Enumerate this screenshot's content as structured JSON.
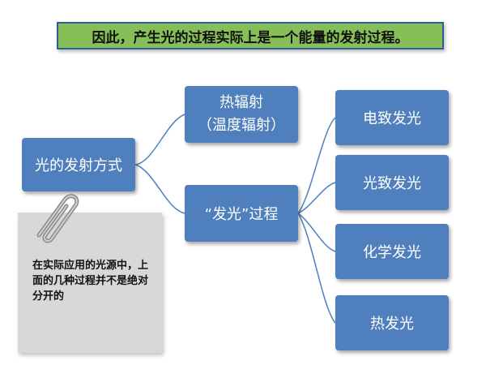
{
  "banner": {
    "text": "因此，产生光的过程实际上是一个能量的发射过程。"
  },
  "root": {
    "label": "光的发射方式"
  },
  "branches": [
    {
      "line1": "热辐射",
      "line2": "（温度辐射）"
    },
    {
      "label": "“发光”过程"
    }
  ],
  "leaves": [
    "电致发光",
    "光致发光",
    "化学发光",
    "热发光"
  ],
  "note": {
    "text": "在实际应用的光源中，上面的几种过程并不是绝对分开的"
  },
  "colors": {
    "box": "#4f80bd",
    "banner": "#86bf57",
    "banner_border": "#2f5f9a",
    "note": "#d8d8d8"
  },
  "icons": {
    "clip": "paperclip-icon"
  }
}
